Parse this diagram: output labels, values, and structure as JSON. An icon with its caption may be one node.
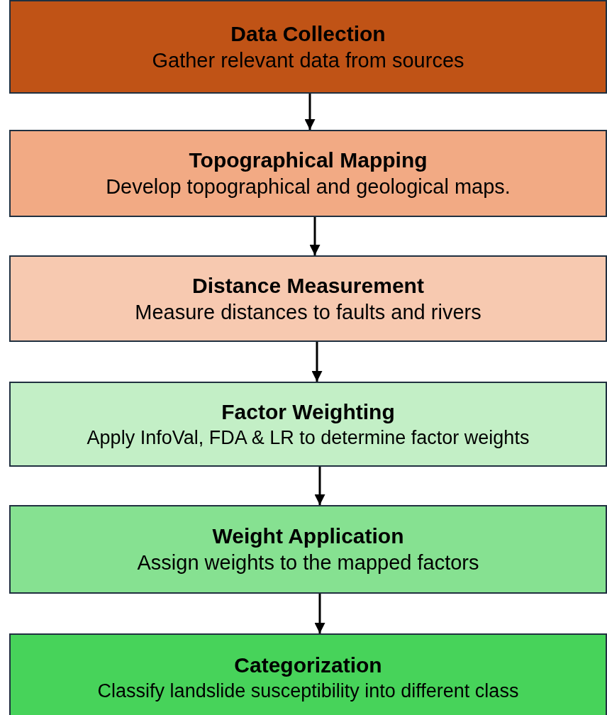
{
  "diagram": {
    "nodes": [
      {
        "text": [
          "Data Collection",
          "Gather relevant data from sources"
        ]
      },
      {
        "text": [
          "Topographical Mapping",
          "Develop topographical and geological maps."
        ]
      },
      {
        "text": [
          "Distance Measurement",
          "Measure distances to faults and rivers"
        ]
      },
      {
        "text": [
          "Factor Weighting",
          "Apply InfoVal, FDA & LR to determine factor weights"
        ]
      },
      {
        "text": [
          "Weight Application",
          "Assign weights to the mapped factors"
        ]
      },
      {
        "text": [
          "Categorization",
          "Classify landslide susceptibility into different class"
        ]
      }
    ],
    "edges": [
      {
        "from": 0,
        "to": 1,
        "arrow": "to"
      },
      {
        "from": 1,
        "to": 2,
        "arrow": "to"
      },
      {
        "from": 2,
        "to": 3,
        "arrow": "to"
      },
      {
        "from": 3,
        "to": 4,
        "arrow": "to"
      },
      {
        "from": 4,
        "to": 5,
        "arrow": "to"
      }
    ]
  }
}
